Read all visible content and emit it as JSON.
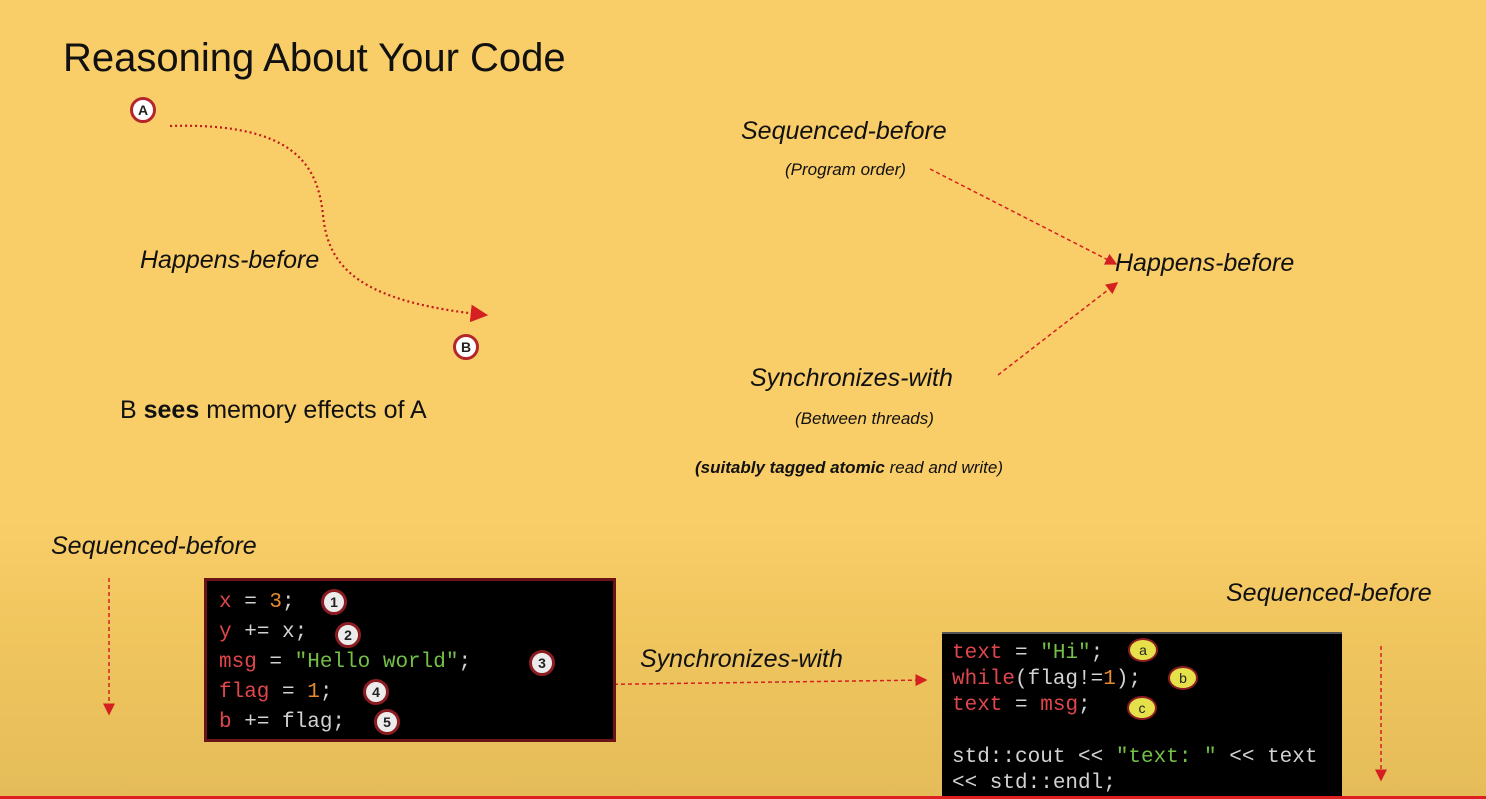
{
  "title": "Reasoning About Your Code",
  "diagram_left": {
    "node_a": "A",
    "node_b": "B",
    "edge_label": "Happens-before",
    "caption_pre": "B ",
    "caption_bold": "sees",
    "caption_post": " memory effects of A"
  },
  "diagram_right": {
    "sequenced_before": "Sequenced-before",
    "program_order": "(Program order)",
    "happens_before": "Happens-before",
    "synchronizes_with": "Synchronizes-with",
    "between_threads": "(Between threads)",
    "note_bold": "(suitably tagged atomic",
    "note_rest": " read and write)"
  },
  "bottom": {
    "left_label": "Sequenced-before",
    "right_label": "Sequenced-before",
    "sync_label": "Synchronizes-with"
  },
  "code_thread1": [
    {
      "var": "x",
      "op": " = ",
      "val": "3",
      "end": ";",
      "badge": "1"
    },
    {
      "var": "y",
      "op": " += x;",
      "val": "",
      "end": "",
      "badge": "2"
    },
    {
      "var": "msg",
      "op": " = ",
      "val": "\"Hello world\"",
      "end": ";",
      "badge": "3"
    },
    {
      "var": "flag",
      "op": " = ",
      "val": "1",
      "end": ";",
      "badge": "4"
    },
    {
      "var": "b",
      "op": " += flag;",
      "val": "",
      "end": "",
      "badge": "5"
    }
  ],
  "code_thread2": {
    "l1_var": "text",
    "l1_op": " = ",
    "l1_str": "\"Hi\"",
    "l1_end": ";",
    "badge_a": "a",
    "l2_kw": "while",
    "l2_mid": "(flag!=",
    "l2_num": "1",
    "l2_end": ");",
    "badge_b": "b",
    "l3_var": "text",
    "l3_op": " = ",
    "l3_val": "msg",
    "l3_end": ";",
    "badge_c": "c",
    "l5_pre": "std::cout << ",
    "l5_str": "\"text: \"",
    "l5_post": " << text",
    "l6": "<< std::endl;"
  },
  "colors": {
    "background": "#f9cd68",
    "arrow": "#d42020",
    "code_red": "#e0464b",
    "code_orange": "#e58b2e",
    "code_green": "#74c046"
  }
}
